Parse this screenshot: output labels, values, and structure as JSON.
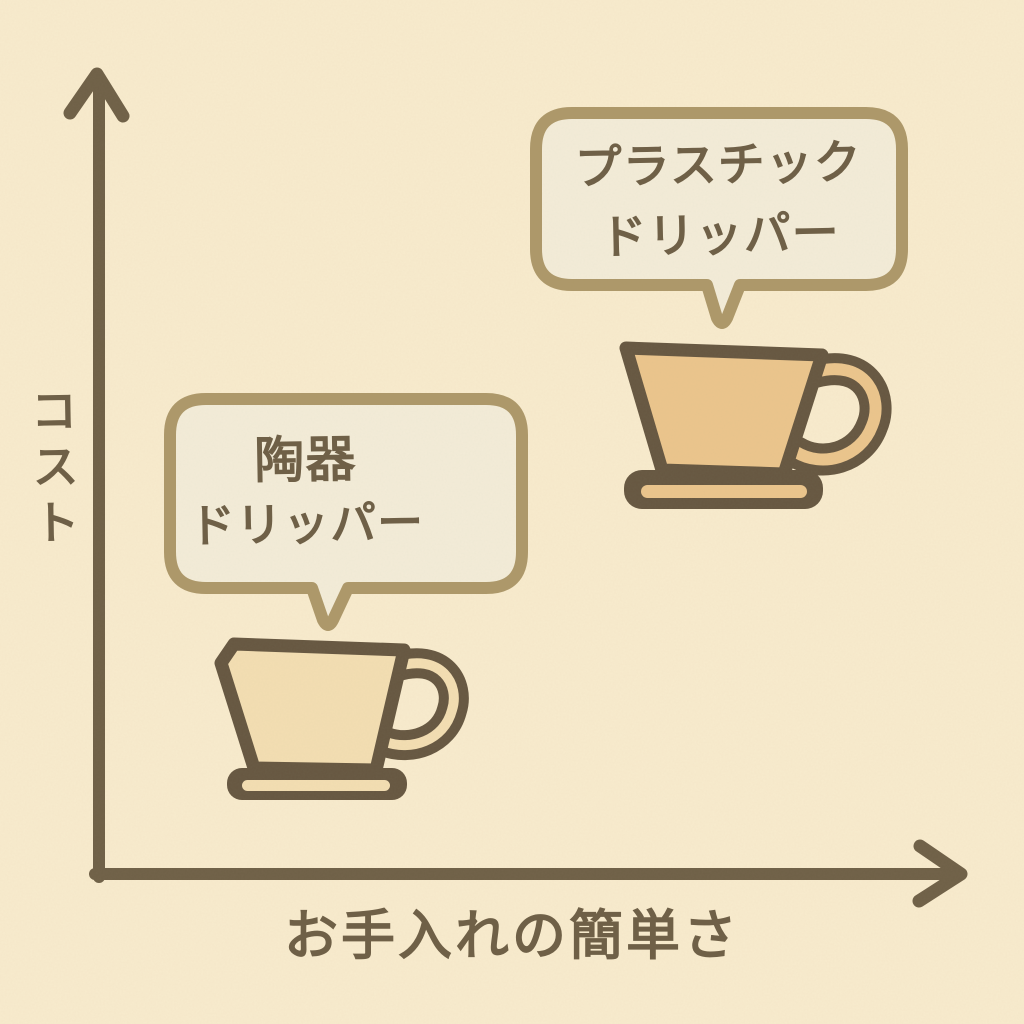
{
  "chart_data": {
    "type": "scatter",
    "title": "",
    "xlabel": "お手入れの簡単さ",
    "ylabel": "コスト",
    "style": "hand-drawn conceptual chart, arrow axes, no ticks, no gridlines, no legend",
    "grid": false,
    "legend_position": "none",
    "points": [
      {
        "label": "陶器ドリッパー",
        "label_lines": [
          "陶器",
          "ドリッパー"
        ],
        "marker": "ceramic-dripper-illustration",
        "x_relative": 0.28,
        "y_relative": 0.2
      },
      {
        "label": "プラスチックドリッパー",
        "label_lines": [
          "プラスチック",
          "ドリッパー"
        ],
        "marker": "plastic-dripper-illustration",
        "x_relative": 0.72,
        "y_relative": 0.56
      }
    ]
  },
  "labels": {
    "y_axis": "コスト",
    "x_axis": "お手入れの簡単さ",
    "plastic_line1": "プラスチック",
    "plastic_line2": "ドリッパー",
    "ceramic_line1": "陶器",
    "ceramic_line2": "ドリッパー"
  },
  "colors": {
    "background": "#f8ebcd",
    "ink": "#6f6047",
    "cup_outline": "#665741",
    "bubble_border": "#ad9869",
    "bubble_fill": "#f3ecd8",
    "plastic_cup_fill": "#ebc58c",
    "ceramic_cup_fill": "#f3deb2"
  }
}
